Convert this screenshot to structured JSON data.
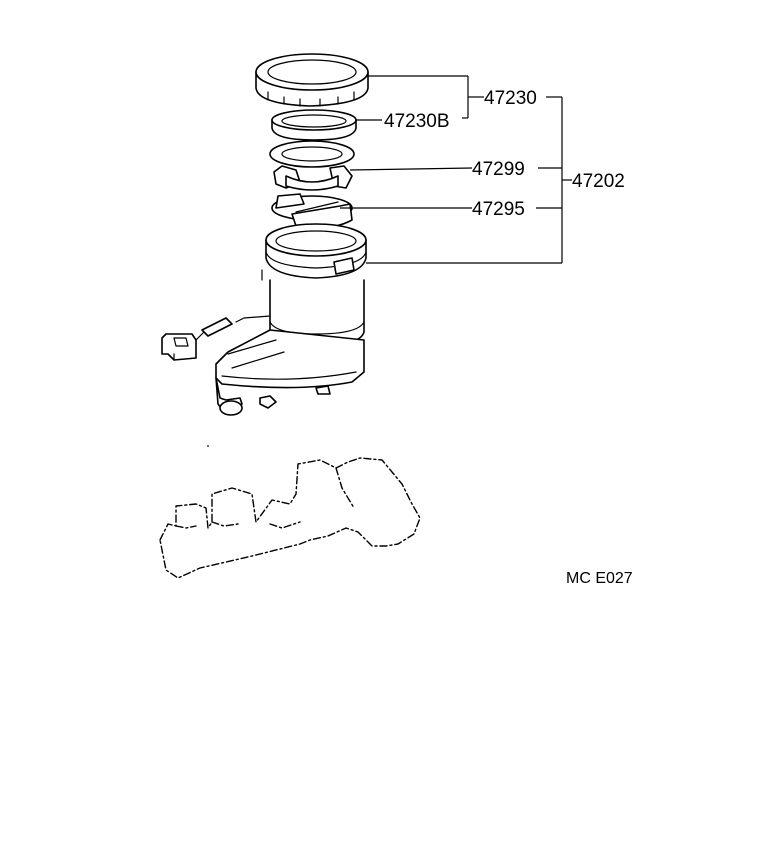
{
  "diagram": {
    "callouts": {
      "cap_assembly": "47230",
      "cap_gasket": "47230B",
      "strainer": "47299",
      "float": "47295",
      "reservoir_assembly": "47202"
    },
    "drawing_code": "MC E027"
  }
}
